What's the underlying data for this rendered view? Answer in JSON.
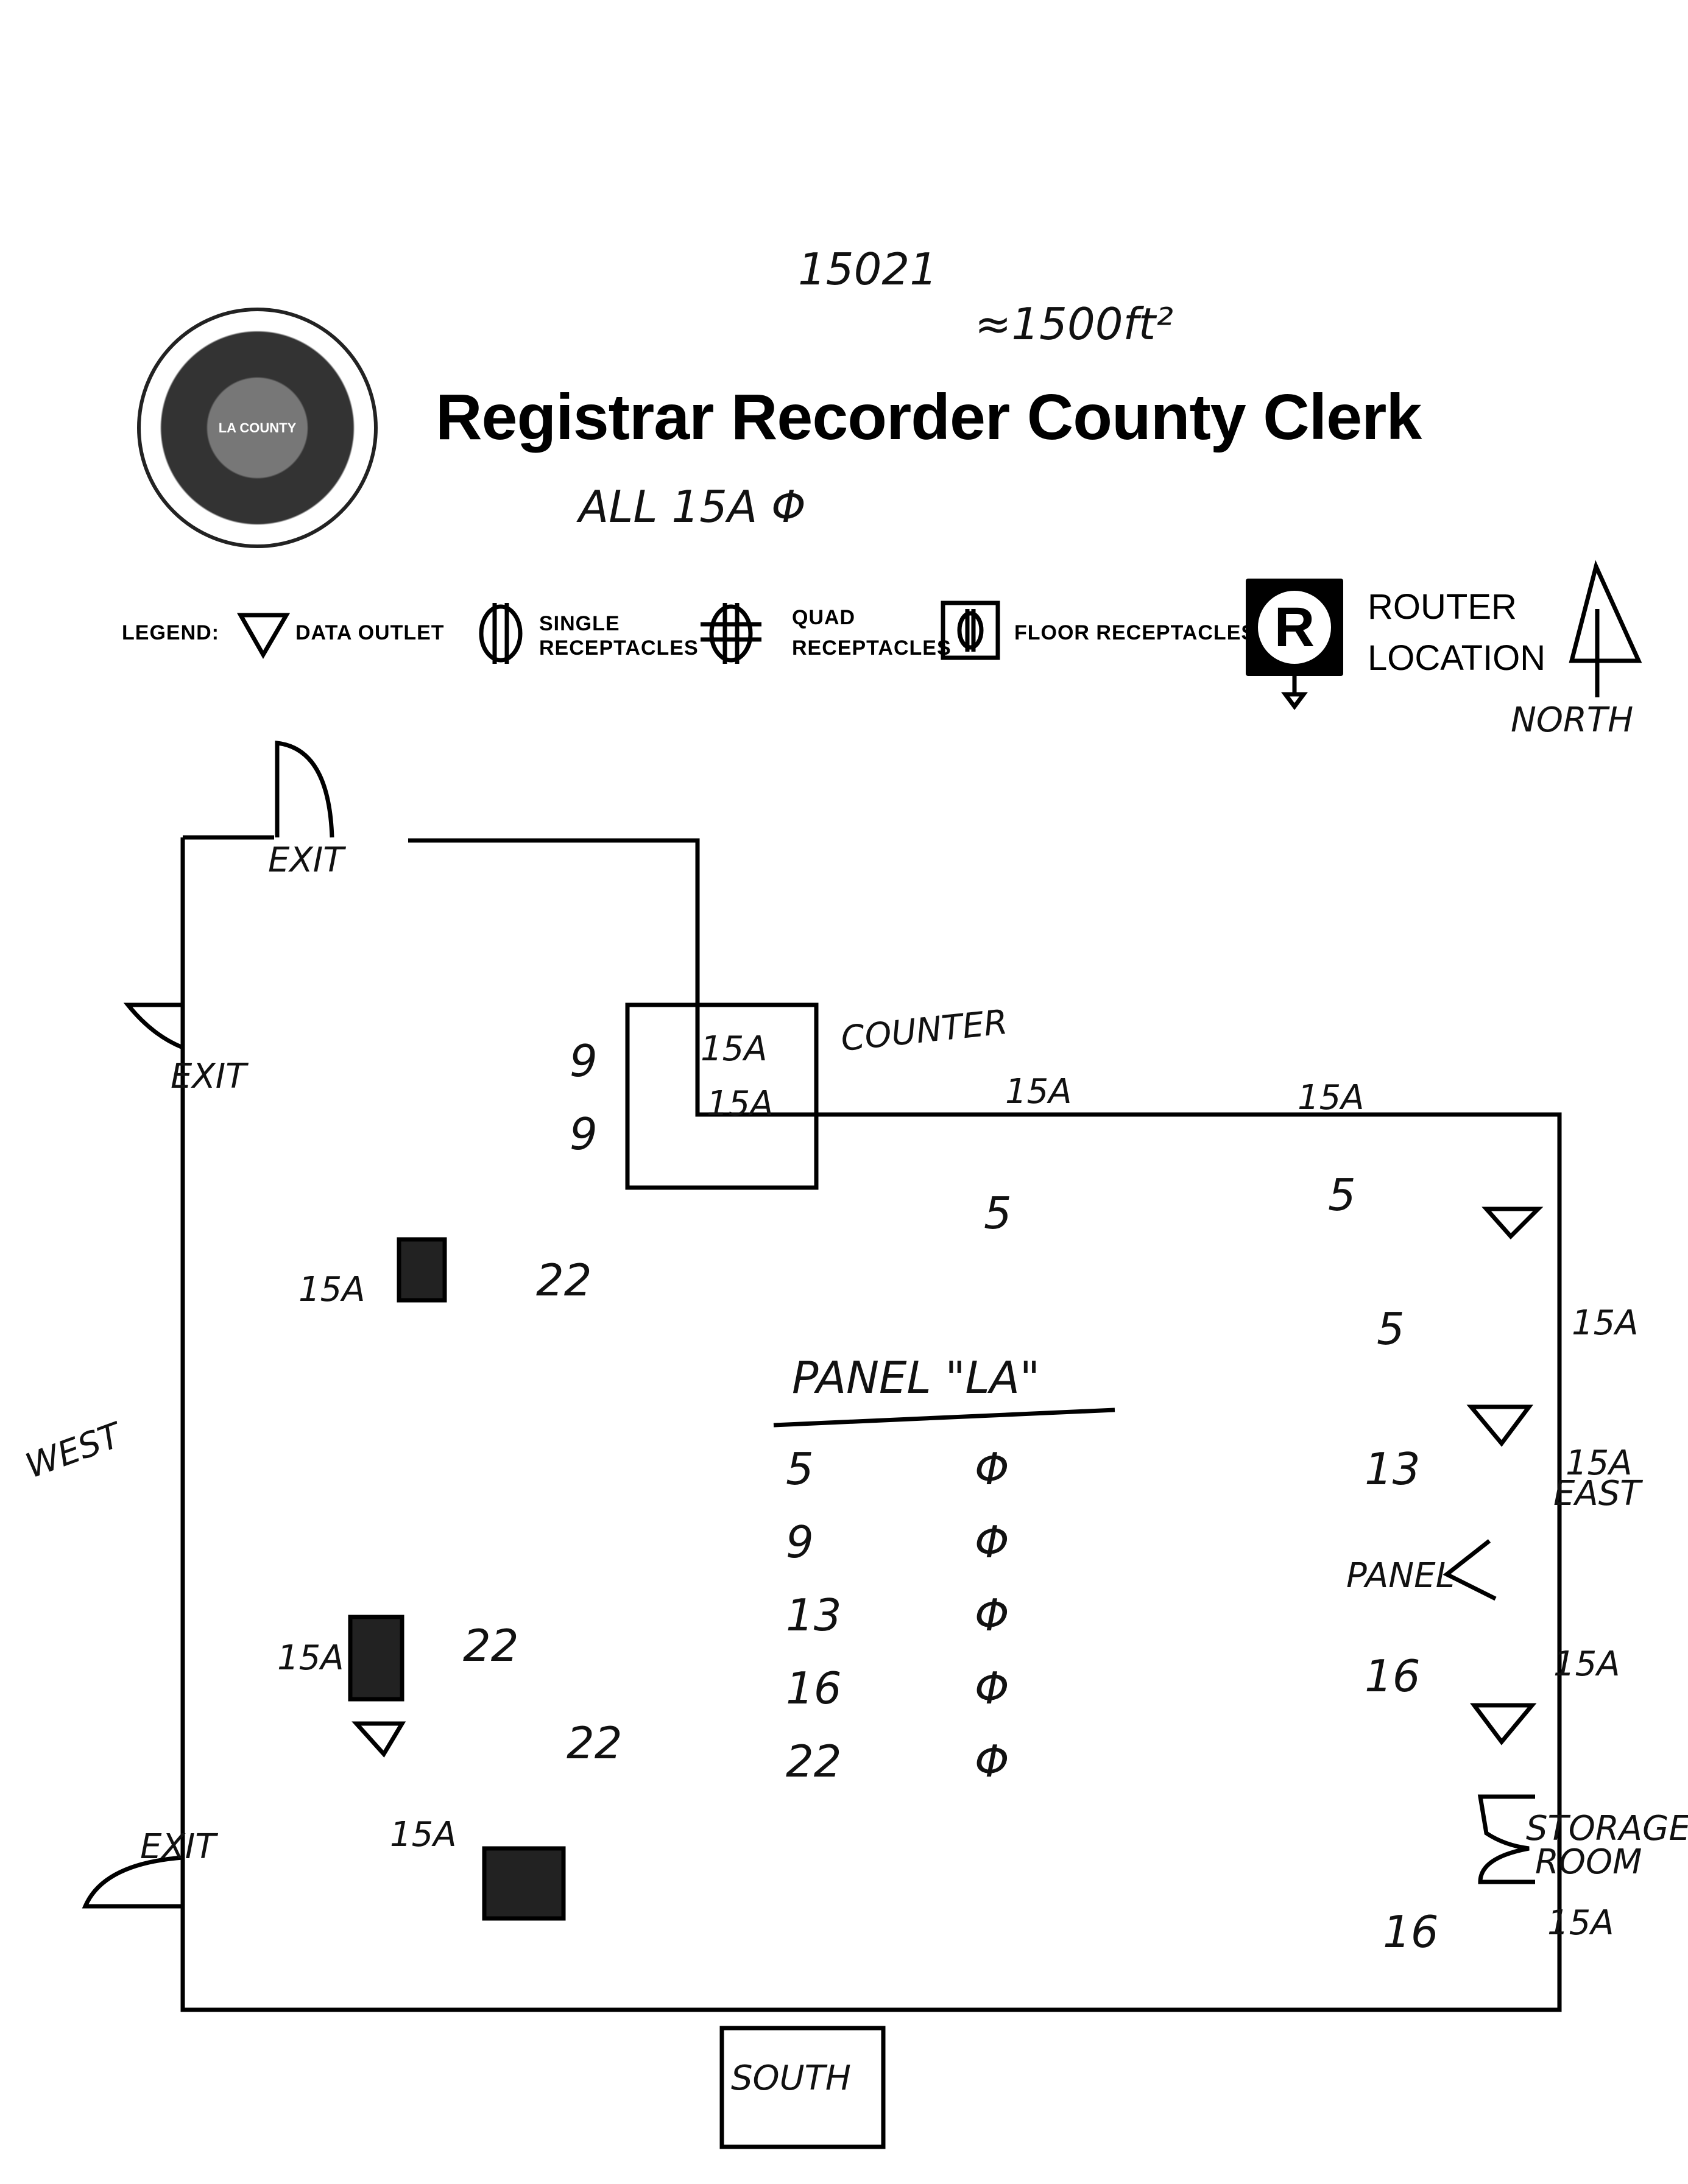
{
  "header": {
    "title": "Registrar Recorder County Clerk",
    "seal_label": "Registrar Recorder County Clerk - County of Los Angeles - California",
    "seal_inner_text": "LA COUNTY",
    "note_id": "15021",
    "note_area": "≈1500ft²",
    "note_all": "ALL 15A Φ"
  },
  "legend": {
    "label": "LEGEND:",
    "items": [
      {
        "icon": "data-outlet-triangle",
        "label": "DATA OUTLET"
      },
      {
        "icon": "single-receptacle",
        "label_line1": "SINGLE",
        "label_line2": "RECEPTACLES"
      },
      {
        "icon": "quad-receptacle",
        "label_line1": "QUAD",
        "label_line2": "RECEPTACLES"
      },
      {
        "icon": "floor-receptacle",
        "label": "FLOOR RECEPTACLES"
      },
      {
        "icon": "router-location",
        "symbol": "R",
        "label_line1": "ROUTER",
        "label_line2": "LOCATION"
      }
    ],
    "north_label": "NORTH"
  },
  "floorplan": {
    "exits": [
      "EXIT",
      "EXIT",
      "EXIT"
    ],
    "directions": {
      "west": "WEST",
      "south": "SOUTH",
      "east": "EAST",
      "north": "NORTH"
    },
    "counter_label": "COUNTER",
    "counter_outlets": [
      {
        "circuit": "9",
        "rating": "15A"
      },
      {
        "circuit": "9",
        "rating": "15A"
      }
    ],
    "north_wall_outlets": [
      {
        "circuit": "5",
        "rating": "15A"
      },
      {
        "circuit": "5",
        "rating": "15A"
      }
    ],
    "east_wall_outlets": [
      {
        "circuit": "5",
        "rating": "15A"
      },
      {
        "circuit": "13",
        "rating": "15A"
      },
      {
        "circuit": "16",
        "rating": "15A"
      },
      {
        "circuit": "16",
        "rating": "15A"
      }
    ],
    "floor_outlets": [
      {
        "rating": "15A",
        "circuit": "22"
      },
      {
        "rating": "15A",
        "circuit": "22"
      },
      {
        "rating": "15A",
        "circuit": "22"
      }
    ],
    "panel_pointer_label": "PANEL",
    "storage_label_line1": "STORAGE",
    "storage_label_line2": "ROOM"
  },
  "panel_schedule": {
    "title": "PANEL \"LA\"",
    "rows": [
      {
        "circuit": "5",
        "phase": "Φ"
      },
      {
        "circuit": "9",
        "phase": "Φ"
      },
      {
        "circuit": "13",
        "phase": "Φ"
      },
      {
        "circuit": "16",
        "phase": "Φ"
      },
      {
        "circuit": "22",
        "phase": "Φ"
      }
    ]
  }
}
